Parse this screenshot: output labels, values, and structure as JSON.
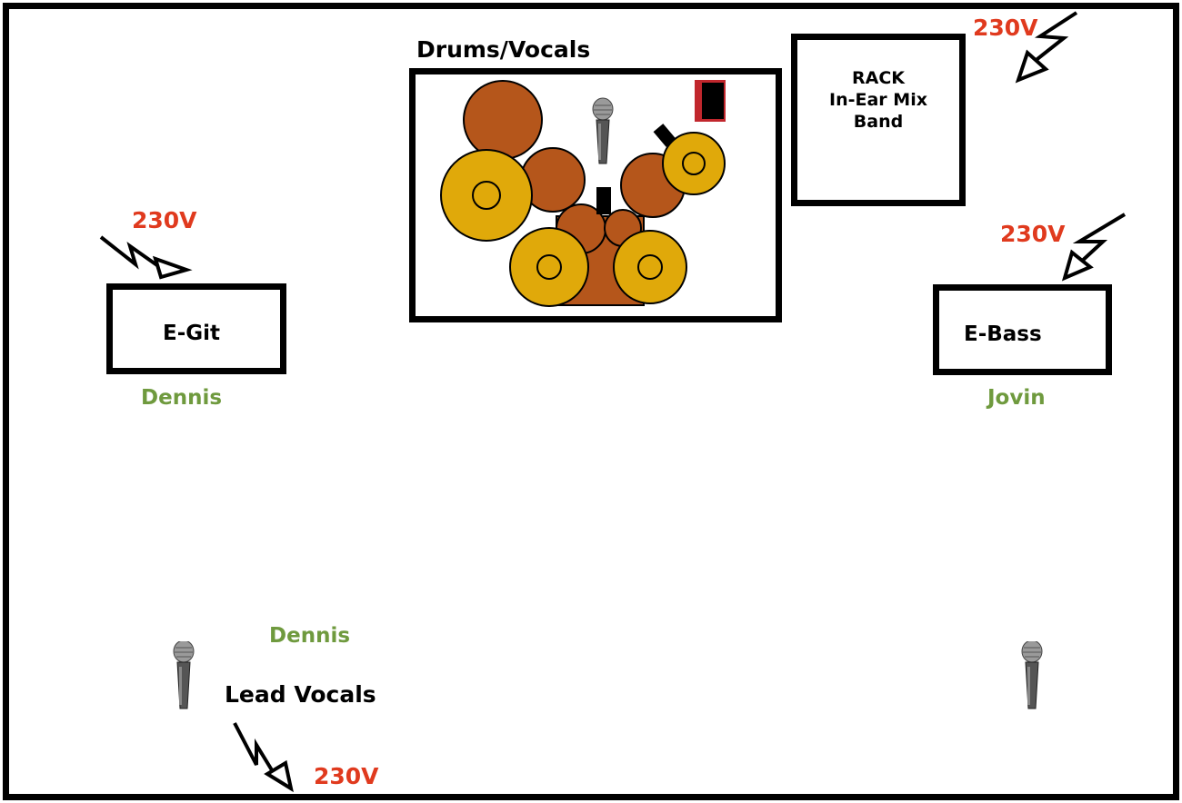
{
  "diagram": {
    "drums_title": "Drums/Vocals",
    "rack": {
      "line1": "RACK",
      "line2": "In-Ear Mix",
      "line3": "Band"
    },
    "amps": {
      "guitar": {
        "label": "E-Git",
        "player": "Dennis"
      },
      "bass": {
        "label": "E-Bass",
        "player": "Jovin"
      }
    },
    "lead_vocals": {
      "player": "Dennis",
      "label": "Lead Vocals"
    },
    "power": {
      "top_right": "230V",
      "guitar": "230V",
      "bass": "230V",
      "front": "230V"
    },
    "colors": {
      "power_text": "#e03a1e",
      "player_text": "#6f9a3e",
      "drum_shell": "#b5561b",
      "cymbal": "#e0a90a"
    },
    "icons": [
      "microphone-icon",
      "power-lightning-icon",
      "drum-kit-icon",
      "monitor-speaker-icon"
    ]
  }
}
